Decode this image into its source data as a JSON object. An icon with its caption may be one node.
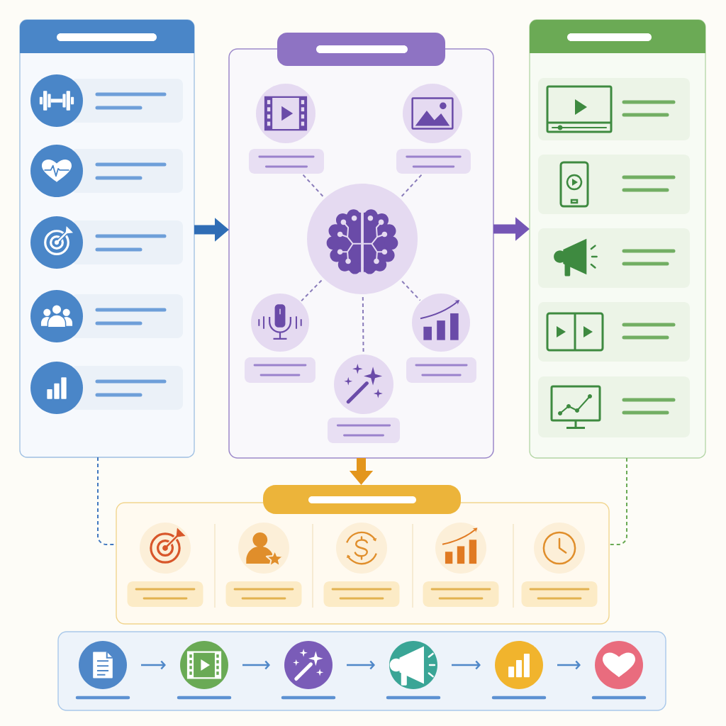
{
  "diagram": {
    "nodes": [
      {
        "text": [],
        "shape": "box"
      },
      {
        "text": [],
        "shape": "box",
        "in": 0
      },
      {
        "text": [],
        "shape": "box",
        "in": 0
      },
      {
        "text": [],
        "shape": "box",
        "in": 0
      },
      {
        "text": [],
        "shape": "box",
        "in": 0
      },
      {
        "text": [],
        "shape": "box",
        "in": 0
      },
      {
        "text": [],
        "shape": "box"
      },
      {
        "text": [],
        "shape": "circle",
        "in": 6
      },
      {
        "text": [],
        "shape": "circle",
        "in": 6
      },
      {
        "text": [],
        "shape": "box",
        "in": 6
      },
      {
        "text": [],
        "shape": "circle",
        "in": 6
      },
      {
        "text": [],
        "shape": "box",
        "in": 6
      },
      {
        "text": [],
        "shape": "circle",
        "in": 6
      },
      {
        "text": [],
        "shape": "box",
        "in": 6
      },
      {
        "text": [],
        "shape": "circle",
        "in": 6
      },
      {
        "text": [],
        "shape": "box",
        "in": 6
      },
      {
        "text": [],
        "shape": "circle",
        "in": 6
      },
      {
        "text": [],
        "shape": "box",
        "in": 6
      },
      {
        "text": [],
        "shape": "box"
      },
      {
        "text": [],
        "shape": "box",
        "in": 18
      },
      {
        "text": [],
        "shape": "box",
        "in": 18
      },
      {
        "text": [],
        "shape": "box",
        "in": 18
      },
      {
        "text": [],
        "shape": "box",
        "in": 18
      },
      {
        "text": [],
        "shape": "box",
        "in": 18
      },
      {
        "text": [],
        "shape": "box"
      },
      {
        "text": [],
        "shape": "box"
      },
      {
        "text": [],
        "shape": "circle",
        "in": 25
      },
      {
        "text": [],
        "shape": "circle",
        "in": 25
      },
      {
        "text": [],
        "shape": "circle",
        "in": 25
      },
      {
        "text": [],
        "shape": "circle",
        "in": 25
      },
      {
        "text": [],
        "shape": "circle",
        "in": 25
      },
      {
        "text": [],
        "shape": "circle",
        "in": 25
      }
    ],
    "edges": [
      {
        "from": 0,
        "to": 6,
        "arrow": "to",
        "style": "thick",
        "color": "#2f6db5"
      },
      {
        "from": 6,
        "to": 18,
        "arrow": "to",
        "style": "thick",
        "color": "#7556b5"
      },
      {
        "from": 6,
        "to": 24,
        "arrow": "to",
        "style": "thick",
        "color": "#e3961d"
      },
      {
        "from": 0,
        "to": 24,
        "arrow": "none",
        "style": "dashed",
        "color": "#4178c0"
      },
      {
        "from": 18,
        "to": 24,
        "arrow": "none",
        "style": "dashed",
        "color": "#6aaa55"
      },
      {
        "from": 7,
        "to": 9,
        "arrow": "none",
        "style": "dashed",
        "color": "#8a7cba"
      },
      {
        "from": 7,
        "to": 11,
        "arrow": "none",
        "style": "dashed",
        "color": "#8a7cba"
      },
      {
        "from": 7,
        "to": 12,
        "arrow": "none",
        "style": "dashed",
        "color": "#8a7cba"
      },
      {
        "from": 7,
        "to": 14,
        "arrow": "none",
        "style": "dashed",
        "color": "#8a7cba"
      },
      {
        "from": 7,
        "to": 16,
        "arrow": "none",
        "style": "dashed",
        "color": "#8a7cba"
      },
      {
        "from": 26,
        "to": 27,
        "arrow": "to",
        "color": "#4f87c8"
      },
      {
        "from": 27,
        "to": 28,
        "arrow": "to",
        "color": "#4f87c8"
      },
      {
        "from": 28,
        "to": 29,
        "arrow": "to",
        "color": "#4f87c8"
      },
      {
        "from": 29,
        "to": 30,
        "arrow": "to",
        "color": "#4f87c8"
      },
      {
        "from": 30,
        "to": 31,
        "arrow": "to",
        "color": "#4f87c8"
      }
    ]
  }
}
